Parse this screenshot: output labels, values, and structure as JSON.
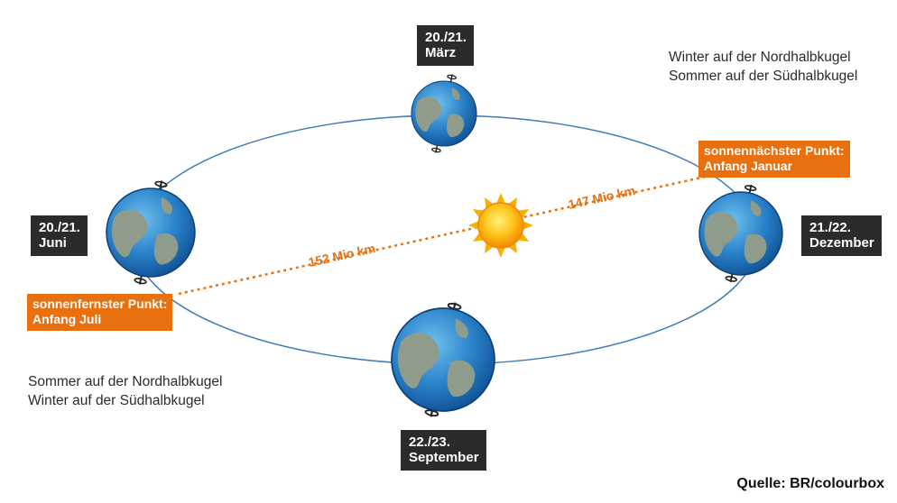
{
  "dates": {
    "march": "20./21.\nMärz",
    "june": "20./21.\nJuni",
    "september": "22./23.\nSeptember",
    "december": "21./22.\nDezember"
  },
  "perihelion": {
    "label": "sonnennächster Punkt:\nAnfang Januar",
    "distance": "147 Mio km"
  },
  "aphelion": {
    "label": "sonnenfernster Punkt:\nAnfang Juli",
    "distance": "152 Mio km"
  },
  "seasons": {
    "top_right": "Winter auf der Nordhalbkugel\nSommer auf der Südhalbkugel",
    "bottom_left": "Sommer auf der Nordhalbkugel\nWinter auf der Südhalbkugel"
  },
  "source": "Quelle: BR/colourbox",
  "colors": {
    "orbit": "#3f7bb8",
    "orange": "#e9700f",
    "box": "#2b2b2b",
    "ocean": "#2f7fc4",
    "land": "#8d9a8a",
    "sun": "#f5a300"
  },
  "icons": [
    "earth-icon",
    "sun-icon",
    "axis-icon"
  ]
}
